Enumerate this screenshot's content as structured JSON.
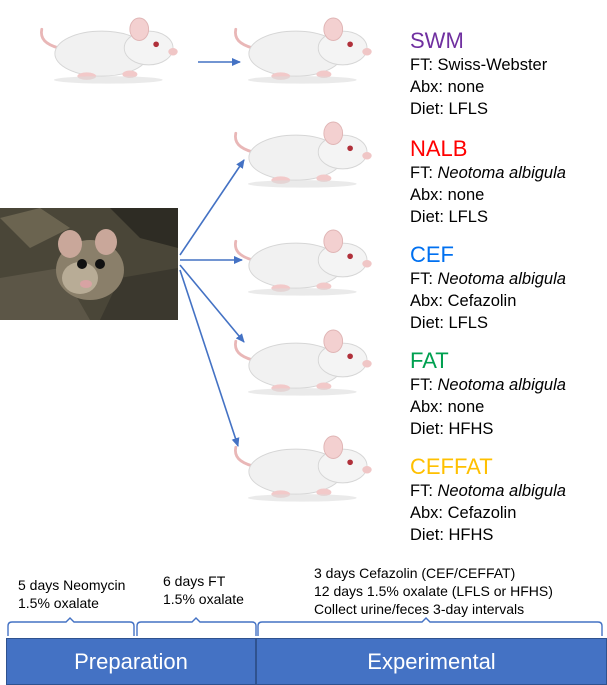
{
  "groups": [
    {
      "title": "SWM",
      "color": "#7030a0",
      "ft_label": "FT:",
      "ft_value": "Swiss-Webster",
      "ft_italic": false,
      "abx": "Abx: none",
      "diet": "Diet: LFLS"
    },
    {
      "title": "NALB",
      "color": "#ff0000",
      "ft_label": "FT:",
      "ft_value": "Neotoma albigula",
      "ft_italic": true,
      "abx": "Abx: none",
      "diet": "Diet: LFLS"
    },
    {
      "title": "CEF",
      "color": "#0070f0",
      "ft_label": "FT:",
      "ft_value": "Neotoma albigula",
      "ft_italic": true,
      "abx": "Abx: Cefazolin",
      "diet": "Diet: LFLS"
    },
    {
      "title": "FAT",
      "color": "#00a050",
      "ft_label": "FT:",
      "ft_value": "Neotoma albigula",
      "ft_italic": true,
      "abx": "Abx: none",
      "diet": "Diet: HFHS"
    },
    {
      "title": "CEFFAT",
      "color": "#ffc000",
      "ft_label": "FT:",
      "ft_value": "Neotoma albigula",
      "ft_italic": true,
      "abx": "Abx: Cefazolin",
      "diet": "Diet: HFHS"
    }
  ],
  "timeline": {
    "phase1_notes": [
      "5 days Neomycin",
      "1.5% oxalate"
    ],
    "phase2_notes": [
      "6 days FT",
      "1.5% oxalate"
    ],
    "phase3_notes": [
      "3 days Cefazolin (CEF/CEFFAT)",
      "12 days 1.5% oxalate (LFLS or HFHS)",
      "Collect urine/feces 3-day intervals"
    ],
    "preparation_label": "Preparation",
    "experimental_label": "Experimental"
  },
  "colors": {
    "arrow": "#4472c4",
    "bar": "#4472c4"
  }
}
